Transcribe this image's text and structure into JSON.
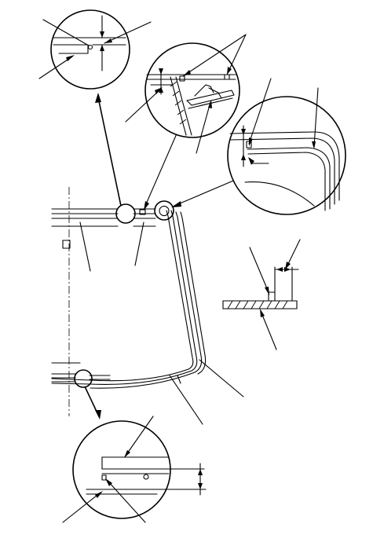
{
  "diagram": {
    "colors": {
      "line": "#000000",
      "background": "#ffffff"
    },
    "views": [
      "detail-circle-top-left",
      "detail-circle-top-middle",
      "detail-circle-right",
      "detail-circle-bottom",
      "section-view-right",
      "main-panel-view"
    ]
  }
}
